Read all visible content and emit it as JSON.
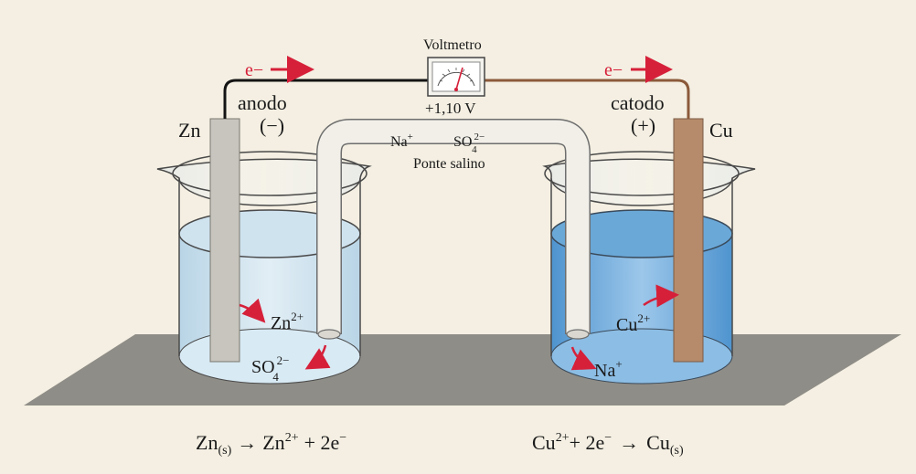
{
  "voltmeter": {
    "title": "Voltmetro",
    "reading": "+1,10 V"
  },
  "anode": {
    "metal": "Zn",
    "name": "anodo",
    "sign": "(−)"
  },
  "cathode": {
    "metal": "Cu",
    "name": "catodo",
    "sign": "(+)"
  },
  "electron_flow": {
    "left": "e−",
    "right": "e−"
  },
  "salt_bridge": {
    "label": "Ponte salino",
    "cation": "Na",
    "cation_charge": "+",
    "anion": "SO",
    "anion_sub": "4",
    "anion_charge": "2−"
  },
  "left_ions": {
    "zn_ion": "Zn",
    "zn_charge": "2+",
    "sulfate": "SO",
    "sulfate_sub": "4",
    "sulfate_charge": "2−"
  },
  "right_ions": {
    "cu_ion": "Cu",
    "cu_charge": "2+",
    "na_ion": "Na",
    "na_charge": "+"
  },
  "equations": {
    "anode": {
      "a": "Zn",
      "a_sub": "(s)",
      "arrow": "→",
      "b": "Zn",
      "b_sup": "2+",
      "c": "+ 2e",
      "c_sup": "−"
    },
    "cathode": {
      "a": "Cu",
      "a_sup": "2+",
      "b": "+ 2e",
      "b_sup": "−",
      "arrow": "→",
      "c": "Cu",
      "c_sub": "(s)"
    }
  },
  "colors": {
    "background": "#f4efe2",
    "bench": "#8f8d87",
    "zinc_electrode": "#c7c5bd",
    "copper_electrode": "#b58b6b",
    "left_solution": "#cfe3ef",
    "right_solution": "#6aa8d8",
    "electron_arrow": "#d6203a",
    "left_wire": "#141414",
    "right_wire": "#8b5a3a"
  }
}
